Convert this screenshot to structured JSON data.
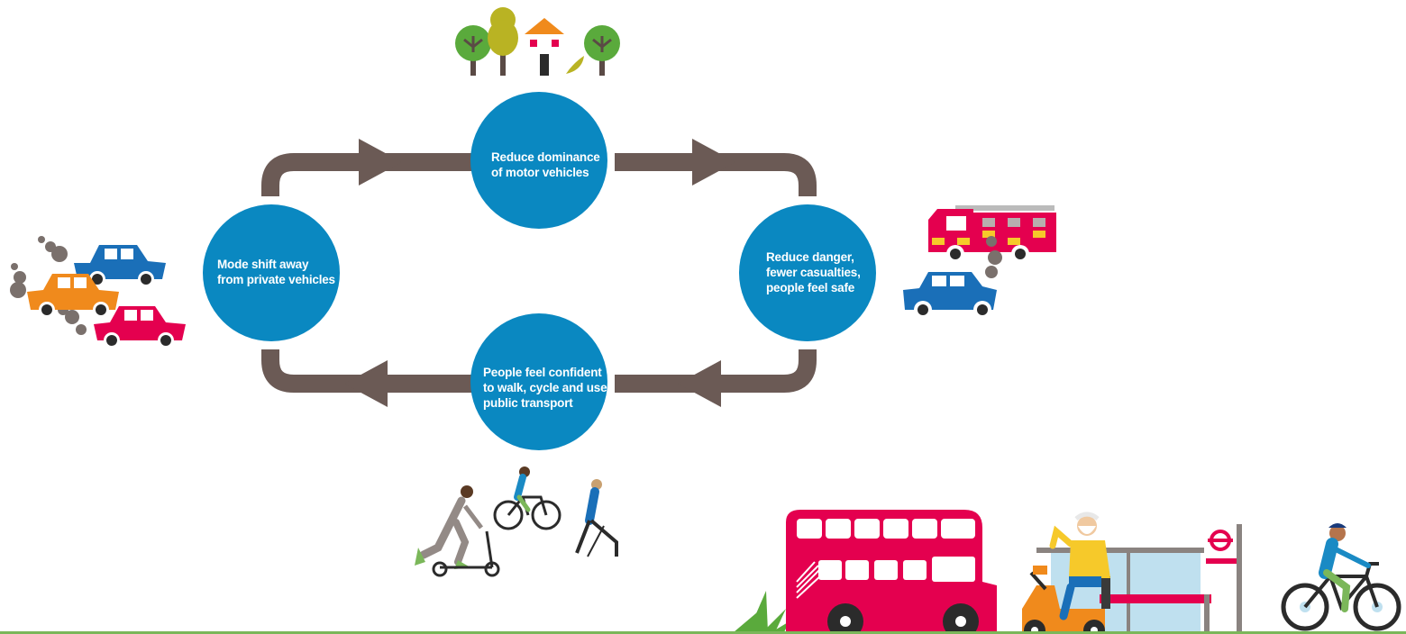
{
  "diagram": {
    "nodes": {
      "top": {
        "lines": [
          "Reduce dominance",
          "of motor vehicles"
        ]
      },
      "left": {
        "lines": [
          "Mode shift away",
          "from private vehicles"
        ]
      },
      "right": {
        "lines": [
          "Reduce danger,",
          "fewer casualties,",
          "people feel safe"
        ]
      },
      "bottom": {
        "lines": [
          "People feel confident",
          "to walk, cycle and use",
          "public transport"
        ]
      }
    },
    "flow": [
      "left",
      "top",
      "right",
      "bottom",
      "left"
    ]
  },
  "colors": {
    "node": "#0a88c1",
    "arrow": "#6b5a55",
    "bus": "#e4004f",
    "car_blue": "#1a6fb8",
    "car_orange": "#f08a1c",
    "car_pink": "#e4004f",
    "grass": "#7bb75a"
  },
  "illustrations": {
    "top": [
      "tree-icon",
      "house-icon",
      "tree-icon"
    ],
    "left": [
      "traffic-cars-icon",
      "exhaust-smoke-icon"
    ],
    "right": [
      "fire-engine-icon",
      "crashed-car-icon"
    ],
    "bottom": [
      "scooter-rider-icon",
      "cyclist-icon",
      "walker-icon"
    ],
    "street": [
      "double-decker-bus-icon",
      "mobility-scooter-icon",
      "bus-shelter-icon",
      "roundel-icon",
      "cyclist-icon"
    ]
  }
}
